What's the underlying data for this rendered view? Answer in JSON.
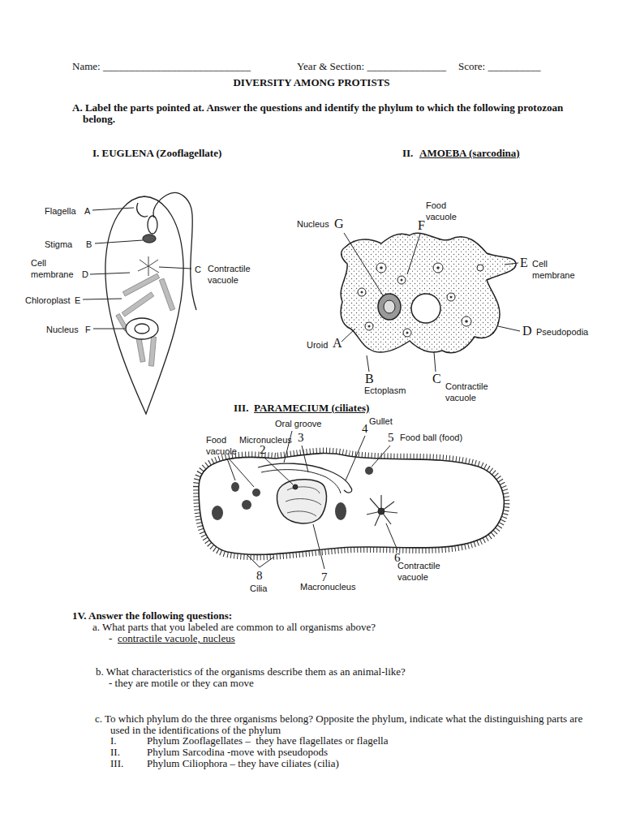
{
  "diagram": {
    "title": "DIVERSITY AMONG PROTISTS",
    "labels": [
      "Name: ____________________________",
      "Year & Section: _______________",
      "Score: __________",
      "A. Label the parts pointed at. Answer the questions and identify the phylum to which the following protozoan belong.",
      "I. EUGLENA (Zooflagellate)",
      "II.",
      "AMOEBA (sarcodina)",
      "Flagella",
      "A",
      "Stigma",
      "B",
      "Cell membrane",
      "D",
      "C",
      "Contractile vacuole",
      "Chloroplast",
      "E",
      "Nucleus",
      "F",
      "Food vacuole",
      "F",
      "Nucleus",
      "G",
      "E",
      "Cell membrane",
      "D",
      "Pseudopodia",
      "Uroid",
      "A",
      "B",
      "Ectoplasm",
      "C",
      "Contractile vacuole",
      "III.",
      "PARAMECIUM (ciliates)",
      "Oral groove",
      "Gullet",
      "4",
      "Food vacuole",
      "Micronucleus",
      "3",
      "5",
      "Food ball (food)",
      "2",
      "6",
      "Contractile vacuole",
      "8",
      "Cilia",
      "7",
      "Macronucleus",
      "1V. Answer the following questions:",
      "a. What parts that you labeled are common to all organisms above?",
      "-",
      "contractile vacuole, nucleus",
      "b. What characteristics of the organisms describe them as an animal-like?",
      "- they are motile or they can move",
      "c. To which phylum do the three organisms belong? Opposite the phylum, indicate what the distinguishing parts are used in the identifications of the phylum",
      "I.",
      "Phylum Zooflagellates –  they have flagellates or flagella",
      "II.",
      "Phylum Sarcodina -move with pseudopods",
      "III.",
      "Phylum Ciliophora – they have ciliates (cilia)"
    ]
  }
}
